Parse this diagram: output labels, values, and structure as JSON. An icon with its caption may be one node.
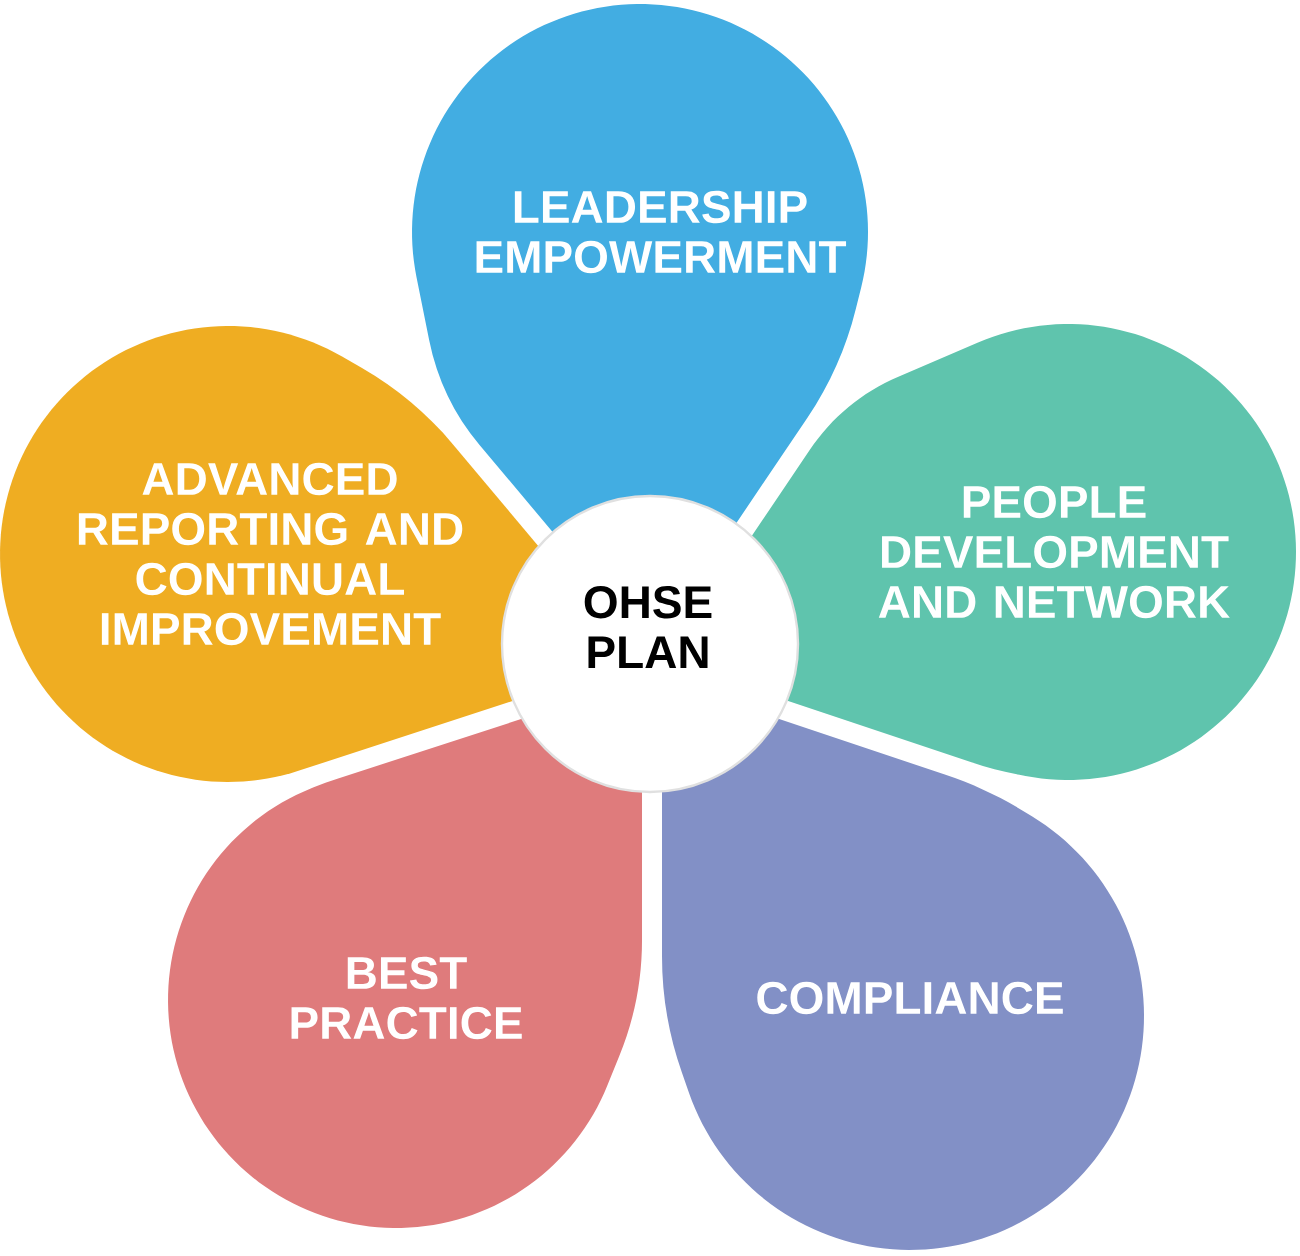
{
  "diagram": {
    "nodes": [
      {
        "text": [
          "LEADERSHIP EMPOWERMENT"
        ]
      },
      {
        "text": [
          "ADVANCED REPORTING AND CONTINUAL IMPROVEMENT"
        ]
      },
      {
        "text": [
          "OHSE PLAN"
        ]
      },
      {
        "text": [
          "PEOPLE DEVELOPMENT AND NETWORK"
        ]
      },
      {
        "text": [
          "BEST PRACTICE"
        ]
      },
      {
        "text": [
          "COMPLIANCE"
        ]
      }
    ]
  }
}
